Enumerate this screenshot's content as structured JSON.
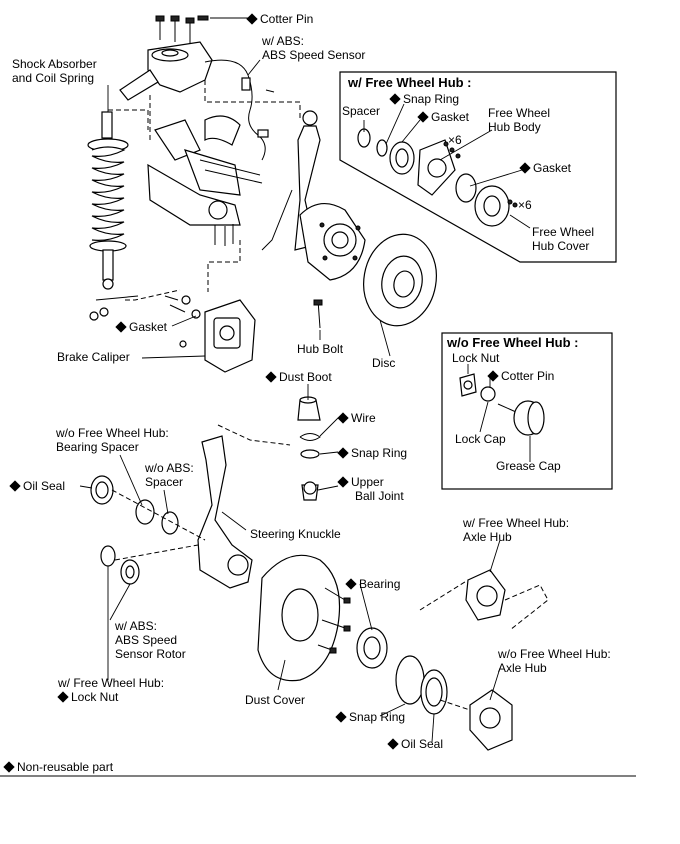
{
  "legend": "Non-reusable part",
  "boxes": {
    "free_wheel_hub": "w/ Free Wheel Hub :",
    "without_free_wheel_hub": "w/o Free Wheel Hub :"
  },
  "labels": {
    "cotter_pin_top": "Cotter Pin",
    "abs_speed_sensor": [
      "w/ ABS:",
      "ABS Speed Sensor"
    ],
    "shock_absorber": [
      "Shock Absorber",
      "and Coil Spring"
    ],
    "spacer_box": "Spacer",
    "snap_ring_box": "Snap Ring",
    "gasket_box_1": "Gasket",
    "x6_a": "×6",
    "free_wheel_hub_body": [
      "Free Wheel",
      "Hub Body"
    ],
    "gasket_box_2": "Gasket",
    "x6_b": "×6",
    "free_wheel_hub_cover": [
      "Free Wheel",
      "Hub Cover"
    ],
    "gasket_caliper": "Gasket",
    "brake_caliper": "Brake Caliper",
    "hub_bolt": "Hub Bolt",
    "disc": "Disc",
    "lock_nut_box": "Lock Nut",
    "cotter_pin_box": "Cotter Pin",
    "lock_cap": "Lock Cap",
    "grease_cap": "Grease Cap",
    "dust_boot": "Dust Boot",
    "wire": "Wire",
    "snap_ring_mid": "Snap Ring",
    "upper_ball_joint": [
      "Upper",
      "Ball Joint"
    ],
    "bearing_spacer": [
      "w/o Free Wheel Hub:",
      "Bearing Spacer"
    ],
    "oil_seal_left": "Oil Seal",
    "abs_spacer": [
      "w/o ABS:",
      "Spacer"
    ],
    "steering_knuckle": "Steering Knuckle",
    "axle_hub_fw": [
      "w/ Free Wheel Hub:",
      "Axle Hub"
    ],
    "bearing": "Bearing",
    "abs_sensor_rotor": [
      "w/ ABS:",
      "ABS Speed",
      "Sensor Rotor"
    ],
    "axle_hub_nofw": [
      "w/o Free Wheel Hub:",
      "Axle Hub"
    ],
    "lock_nut_fw": [
      "w/ Free Wheel Hub:",
      "Lock Nut"
    ],
    "dust_cover": "Dust Cover",
    "snap_ring_bottom": "Snap Ring",
    "oil_seal_bottom": "Oil Seal"
  }
}
